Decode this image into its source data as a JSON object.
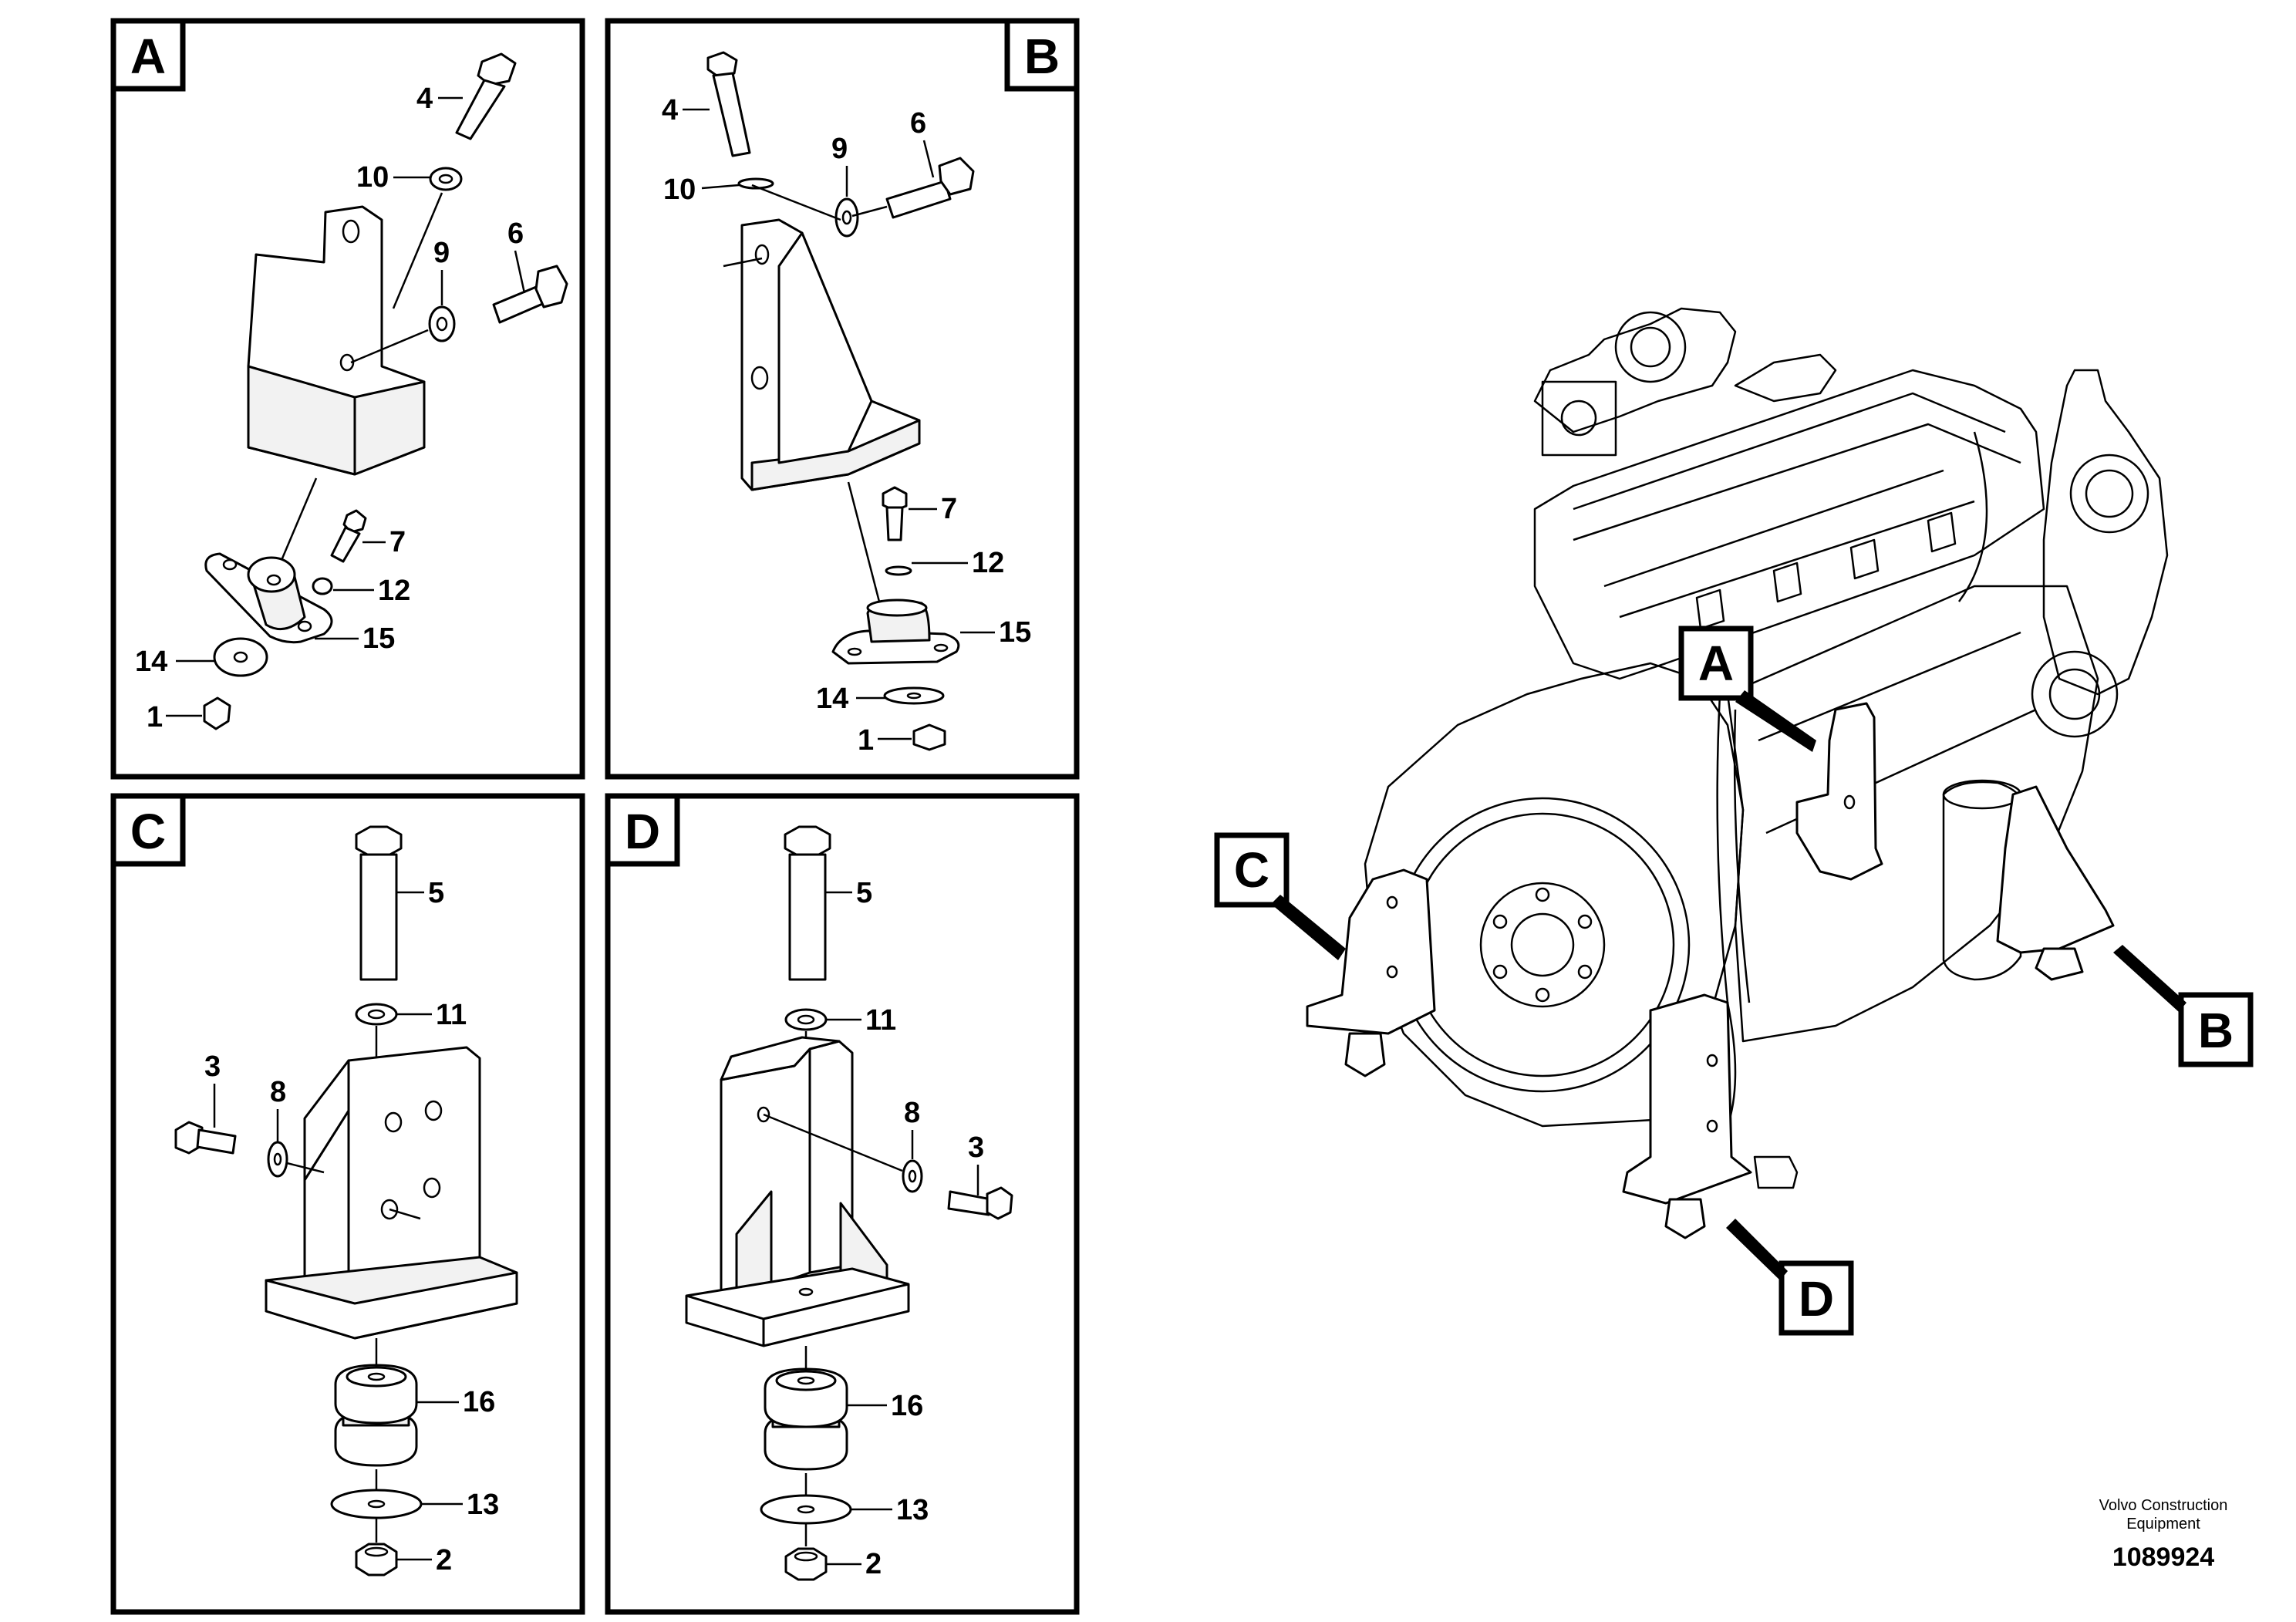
{
  "panels": [
    {
      "letter": "A",
      "callouts": [
        "4",
        "10",
        "9",
        "6",
        "7",
        "12",
        "14",
        "15",
        "1"
      ]
    },
    {
      "letter": "B",
      "callouts": [
        "4",
        "9",
        "6",
        "10",
        "7",
        "12",
        "15",
        "14",
        "1"
      ]
    },
    {
      "letter": "C",
      "callouts": [
        "5",
        "11",
        "3",
        "8",
        "16",
        "13",
        "2"
      ]
    },
    {
      "letter": "D",
      "callouts": [
        "5",
        "11",
        "8",
        "3",
        "16",
        "13",
        "2"
      ]
    }
  ],
  "overview_labels": [
    "A",
    "C",
    "B",
    "D"
  ],
  "footer": {
    "company_line1": "Volvo Construction",
    "company_line2": "Equipment",
    "drawing_number": "1089924"
  }
}
